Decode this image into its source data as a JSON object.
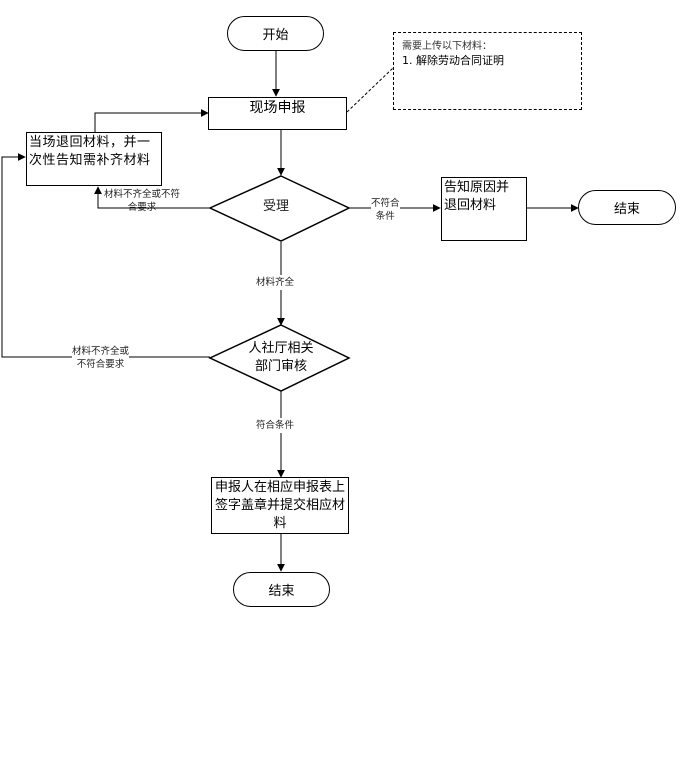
{
  "nodes": {
    "start": "开始",
    "onsite_report": "现场申报",
    "return_materials": "当场退回材料，并一次性告知需补齐材料",
    "accept": "受理",
    "notify_reason": "告知原因并退回材料",
    "end_right": "结束",
    "dept_review_line1": "人社厅相关",
    "dept_review_line2": "部门审核",
    "sign_submit": "申报人在相应申报表上签字盖章并提交相应材料",
    "end_bottom": "结束"
  },
  "note": {
    "title": "需要上传以下材料：",
    "item1": "1. 解除劳动合同证明"
  },
  "edges": {
    "incomplete_1_line1": "材料不齐全或不符",
    "incomplete_1_line2": "合要求",
    "not_qualified_1_line1": "不符合",
    "not_qualified_1_line2": "条件",
    "complete": "材料齐全",
    "incomplete_2_line1": "材料不齐全或",
    "incomplete_2_line2": "不符合要求",
    "qualified": "符合条件"
  }
}
